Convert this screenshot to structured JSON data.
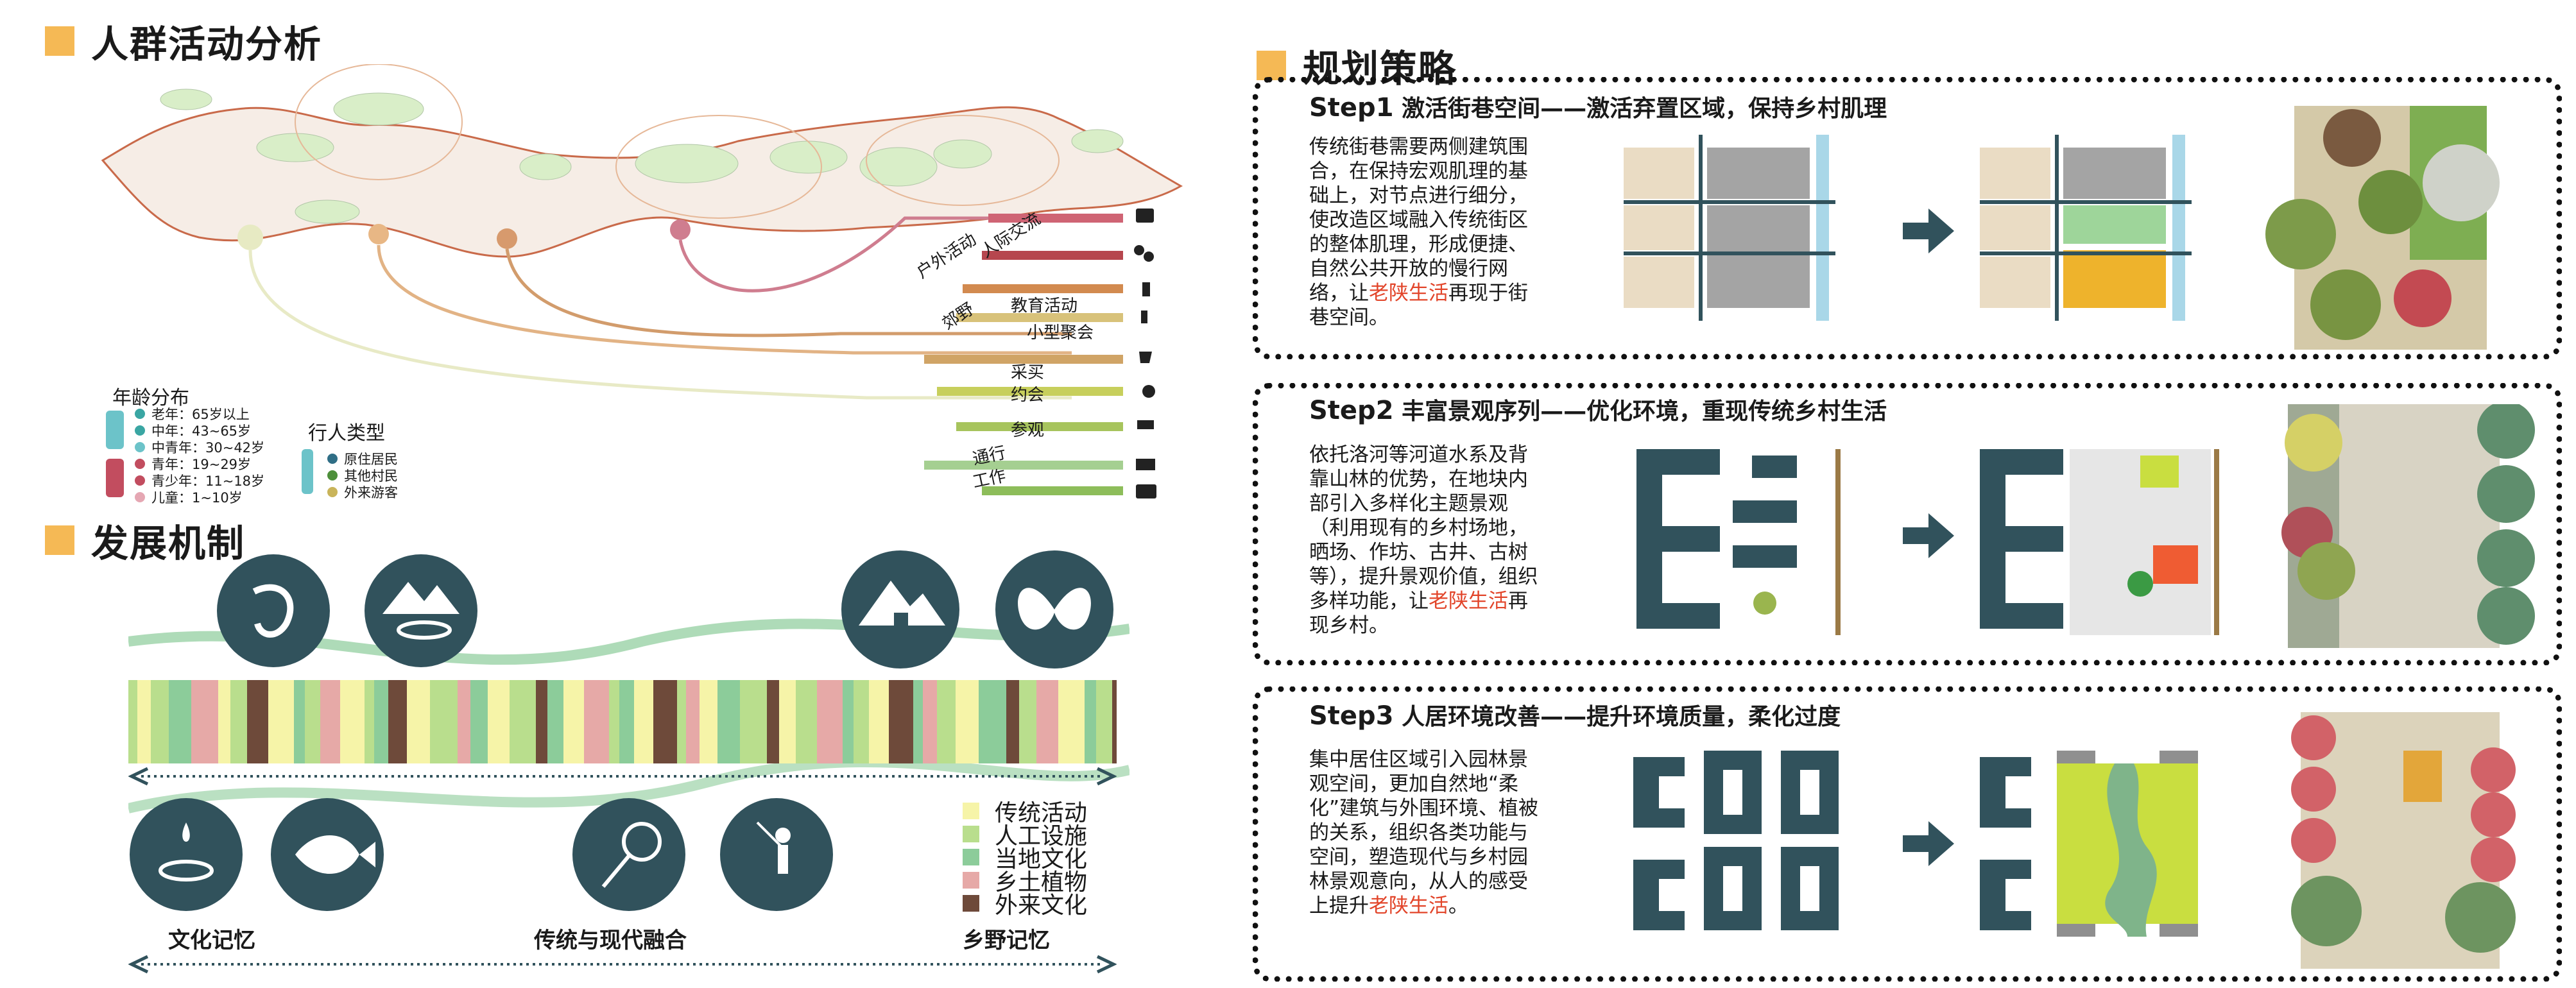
{
  "colors": {
    "accent": "#f5b955",
    "highlight": "#e2452a",
    "icon_dark": "#31525c",
    "traditional": "#f6f4a8",
    "artificial": "#b9de8d",
    "local_culture": "#8ccc9a",
    "local_plants": "#e6a9a7",
    "foreign_culture": "#6e4a3a"
  },
  "crowd": {
    "title": "人群活动分析",
    "age_title": "年龄分布",
    "age_groups": [
      {
        "label": "老年：65岁以上",
        "color": "#3aa6a3"
      },
      {
        "label": "中年：43~65岁",
        "color": "#3aa6a3"
      },
      {
        "label": "中青年：30~42岁",
        "color": "#6cc3c9"
      },
      {
        "label": "青年：19~29岁",
        "color": "#c24d5f"
      },
      {
        "label": "青少年：11~18岁",
        "color": "#c24d5f"
      },
      {
        "label": "儿童：1~10岁",
        "color": "#e5a7b3"
      }
    ],
    "walker_title": "行人类型",
    "walker_types": [
      {
        "label": "原住居民",
        "color": "#2f6e86"
      },
      {
        "label": "其他村民",
        "color": "#4d8f3a"
      },
      {
        "label": "外来游客",
        "color": "#c9b45a"
      }
    ],
    "activities": [
      "户外活动",
      "人际交流",
      "教育活动",
      "小型聚会",
      "采买",
      "约会",
      "参观",
      "通行",
      "工作"
    ],
    "wild_label": "郊野"
  },
  "mechanism": {
    "title": "发展机制",
    "legend": [
      {
        "label": "传统活动",
        "color": "#f6f4a8"
      },
      {
        "label": "人工设施",
        "color": "#b9de8d"
      },
      {
        "label": "当地文化",
        "color": "#8ccc9a"
      },
      {
        "label": "乡土植物",
        "color": "#e6a9a7"
      },
      {
        "label": "外来文化",
        "color": "#6e4a3a"
      }
    ],
    "bottom_labels": [
      "文化记忆",
      "传统与现代融合",
      "乡野记忆"
    ],
    "icons": [
      "koi-fish-icon",
      "mountain-lake-icon",
      "mountain-cave-icon",
      "butterfly-icon",
      "fountain-icon",
      "fish-icon",
      "net-icon",
      "fisherman-icon"
    ]
  },
  "strategy": {
    "title": "规划策略",
    "steps": [
      {
        "title": "Step1",
        "subtitle": "激活街巷空间——激活弃置区域，保持乡村肌理",
        "text_a": "传统街巷需要两侧建筑围合，在保持宏观肌理的基础上，对节点进行细分，使改造区域融入传统街区的整体肌理，形成便捷、自然公共开放的慢行网络，让",
        "text_hl": "老陕生活",
        "text_b": "再现于街巷空间。"
      },
      {
        "title": "Step2",
        "subtitle": "丰富景观序列——优化环境，重现传统乡村生活",
        "text_a": "依托洛河等河道水系及背靠山林的优势，在地块内部引入多样化主题景观（利用现有的乡村场地，晒场、作坊、古井、古树等），提升景观价值，组织多样功能，让",
        "text_hl": "老陕生活",
        "text_b": "再现乡村。"
      },
      {
        "title": "Step3",
        "subtitle": "人居环境改善——提升环境质量，柔化过度",
        "text_a": "集中居住区域引入园林景观空间，更加自然地“柔化”建筑与外围环境、植被的关系，组织各类功能与空间，塑造现代与乡村园林景观意向，从人的感受上提升",
        "text_hl": "老陕生活",
        "text_b": "。"
      }
    ]
  }
}
